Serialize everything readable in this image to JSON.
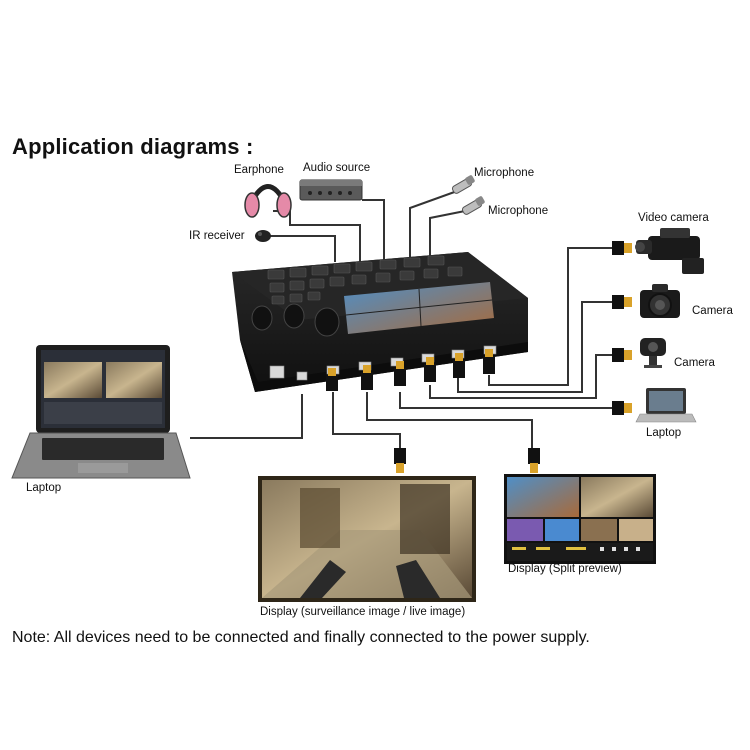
{
  "title": "Application diagrams :",
  "labels": {
    "earphone": "Earphone",
    "audio_source": "Audio source",
    "microphone_1": "Microphone",
    "microphone_2": "Microphone",
    "ir_receiver": "IR receiver",
    "video_camera": "Video camera",
    "camera_1": "Camera",
    "camera_2": "Camera",
    "laptop_right": "Laptop",
    "laptop_left": "Laptop",
    "display_live": "Display (surveillance image / live image)",
    "display_split": "Display (Split preview)"
  },
  "note": "Note: All devices need to be connected and finally connected to the power supply.",
  "colors": {
    "device_body": "#1c1c1c",
    "cable": "#333333",
    "hdmi_gold": "#d9a22a",
    "headphone_pink": "#e58aa8"
  },
  "icons": {
    "earphone": "headphone-icon",
    "audio_source": "audio-mixer-icon",
    "microphone": "microphone-icon",
    "ir_receiver": "ir-receiver-icon",
    "video_camera": "video-camera-icon",
    "camera": "camera-icon",
    "webcam": "webcam-icon",
    "laptop": "laptop-icon",
    "hdmi_plug": "hdmi-plug-icon"
  }
}
